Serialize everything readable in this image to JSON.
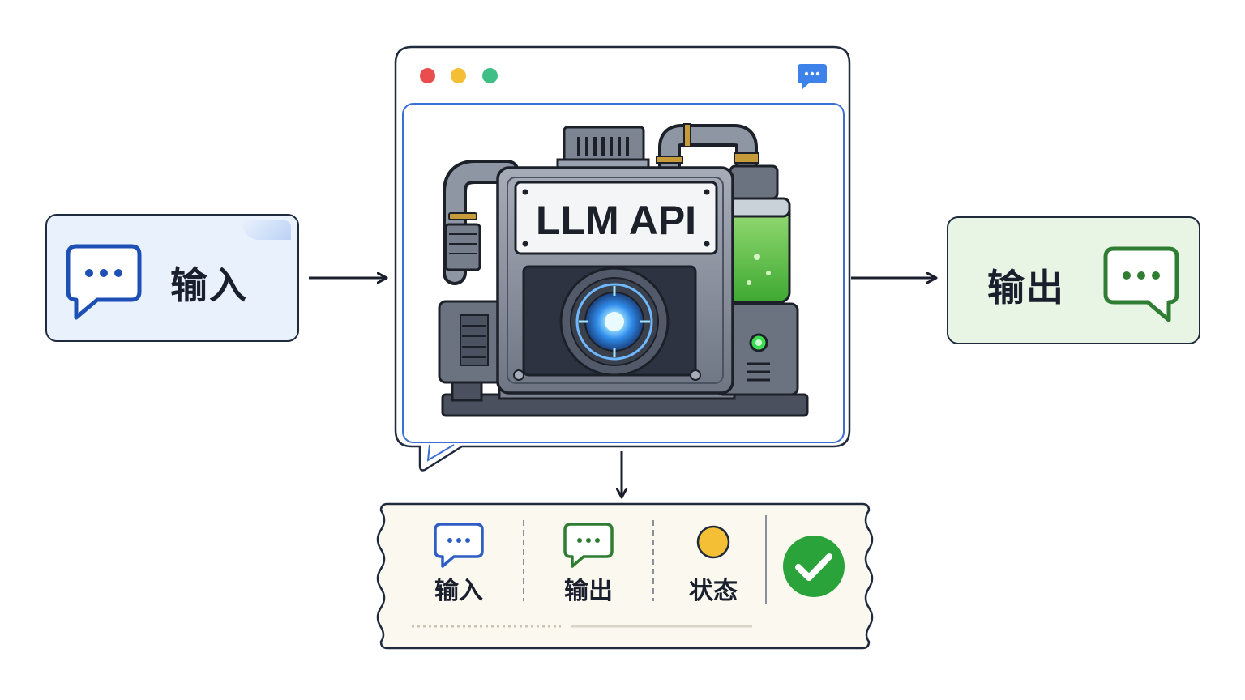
{
  "input_card": {
    "label": "输入",
    "color": "#e9f1fd",
    "icon": "chat-bubble-icon"
  },
  "engine": {
    "title": "LLM API",
    "icon": "engine-icon"
  },
  "output_card": {
    "label": "输出",
    "color": "#e8f5e5",
    "icon": "chat-bubble-icon"
  },
  "window": {
    "dots": [
      "#ea4d4d",
      "#f5bf35",
      "#3fbf86"
    ],
    "badge_icon": "chat-bubble-icon",
    "accent": "#3b6fd6"
  },
  "summary_panel": {
    "items": [
      {
        "label": "输入",
        "icon": "chat-bubble-icon",
        "color": "#2f5fc4"
      },
      {
        "label": "输出",
        "icon": "chat-bubble-icon",
        "color": "#2e7d32"
      },
      {
        "label": "状态",
        "icon": "status-dot-icon",
        "color": "#f5bf35"
      }
    ],
    "check_icon": "check-circle-icon",
    "check_color": "#2aa33a"
  }
}
